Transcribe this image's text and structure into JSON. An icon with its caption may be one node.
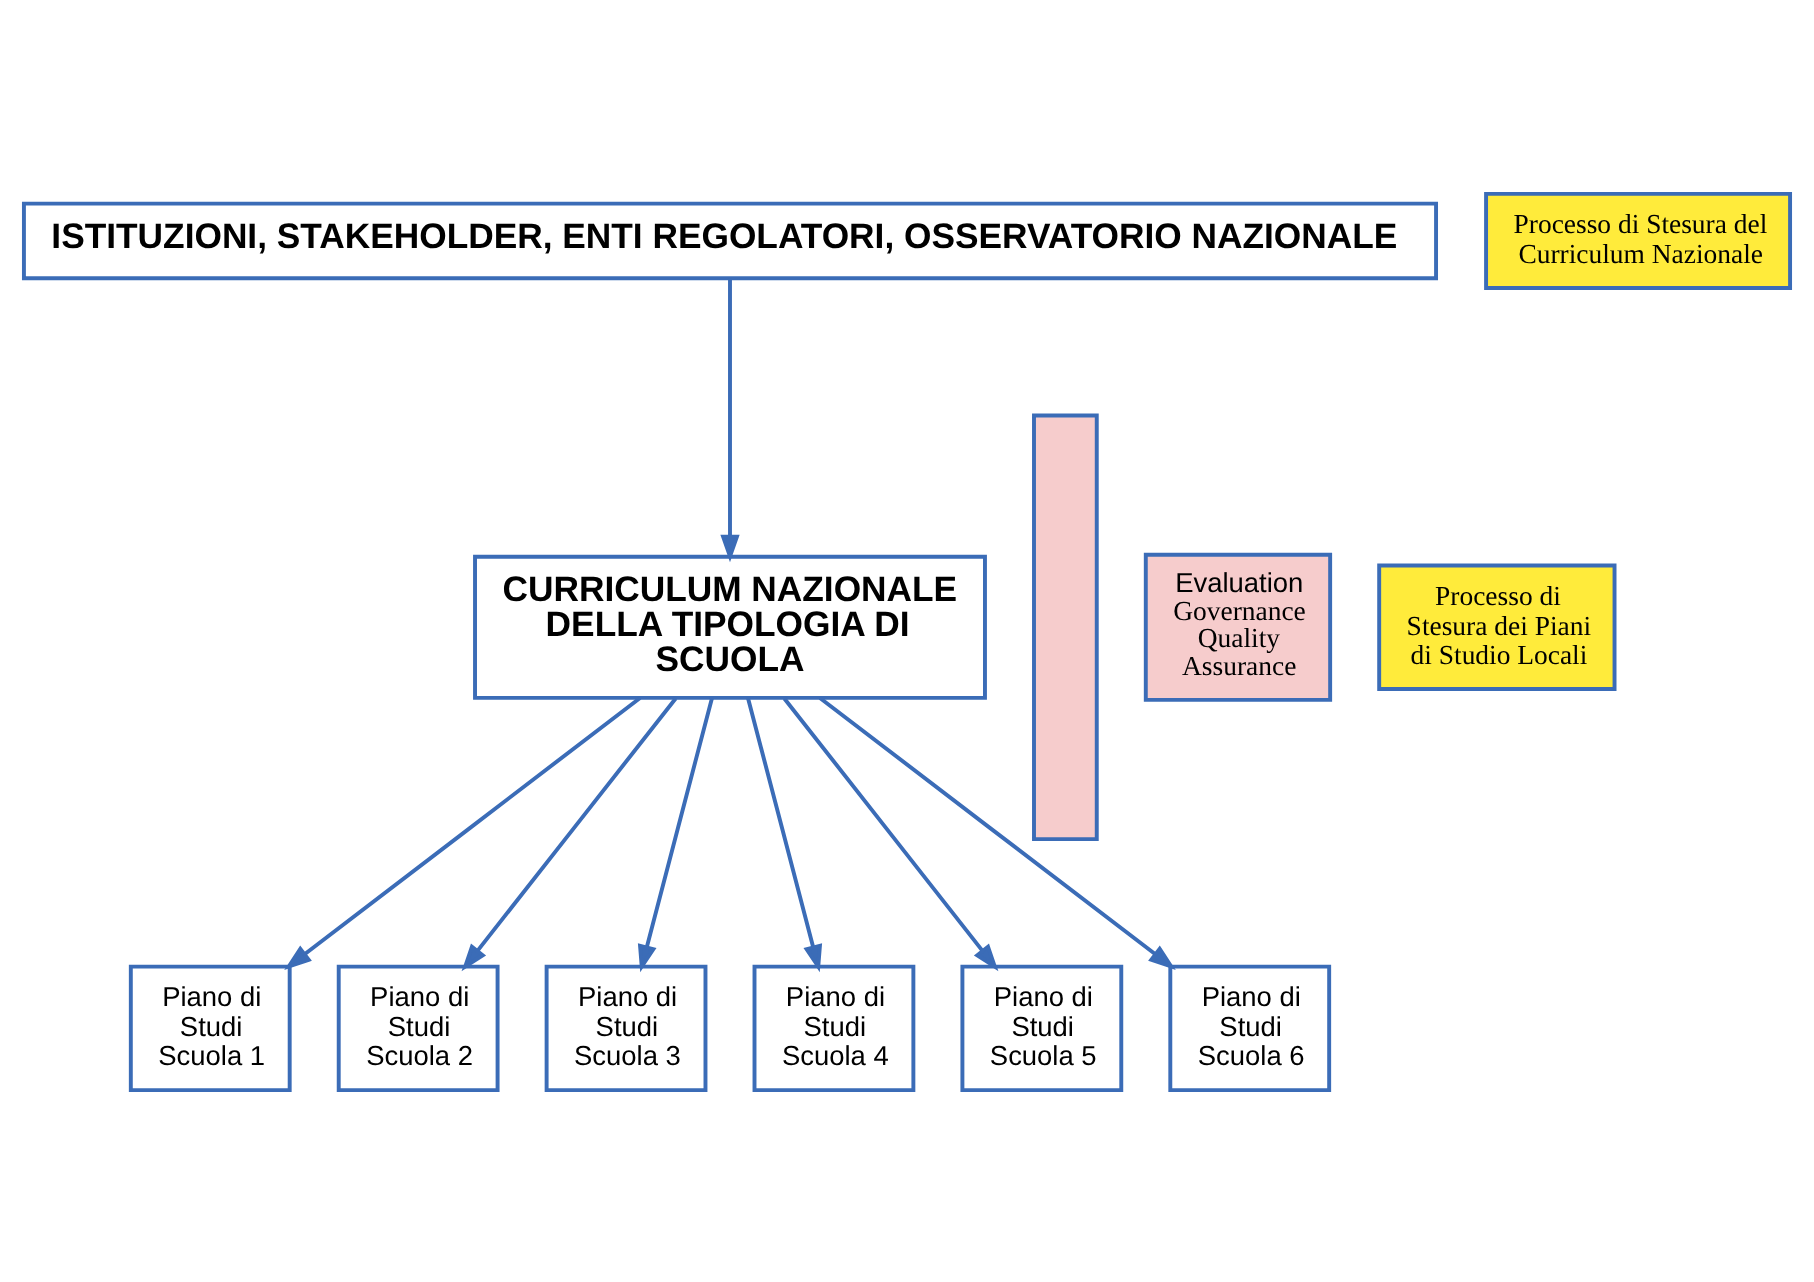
{
  "diagram": {
    "nodes": [
      {
        "text": [
          "ISTITUZIONI, STAKEHOLDER, ENTI REGOLATORI, OSSERVATORIO NAZIONALE"
        ]
      },
      {
        "text": [],
        "shape": "bar"
      },
      {
        "text": [
          "Evaluation",
          "Governance Quality Assurance"
        ]
      },
      {
        "text": [
          "Processo di Stesura del Curriculum Nazionale"
        ]
      },
      {
        "text": [
          "CURRICULUM NAZIONALE DELLA TIPOLOGIA DI SCUOLA"
        ]
      },
      {
        "text": [
          "Processo di Stesura dei Piani di Studio Locali"
        ]
      },
      {
        "text": [
          "Piano di Studi Scuola 1"
        ]
      },
      {
        "text": [
          "Piano di Studi Scuola 2"
        ]
      },
      {
        "text": [
          "Piano di Studi Scuola 3"
        ]
      },
      {
        "text": [
          "Piano di Studi Scuola 4"
        ]
      },
      {
        "text": [
          "Piano di Studi Scuola 5"
        ]
      },
      {
        "text": [
          "Piano di Studi Scuola 6"
        ]
      }
    ],
    "edges": [
      {
        "from": 0,
        "to": 4,
        "arrow": "to"
      },
      {
        "from": 4,
        "to": 6,
        "arrow": "to"
      },
      {
        "from": 4,
        "to": 7,
        "arrow": "to"
      },
      {
        "from": 4,
        "to": 8,
        "arrow": "to"
      },
      {
        "from": 4,
        "to": 9,
        "arrow": "to"
      },
      {
        "from": 4,
        "to": 10,
        "arrow": "to"
      },
      {
        "from": 4,
        "to": 11,
        "arrow": "to"
      }
    ]
  }
}
